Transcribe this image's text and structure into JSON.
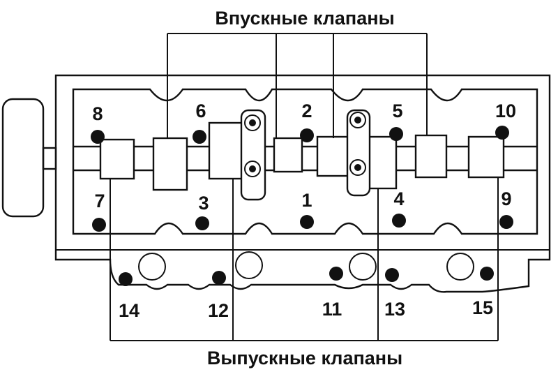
{
  "title_top": "Впускные клапаны",
  "title_bottom": "Выпускные клапаны",
  "bolts": [
    {
      "n": "8"
    },
    {
      "n": "6"
    },
    {
      "n": "2"
    },
    {
      "n": "5"
    },
    {
      "n": "10"
    },
    {
      "n": "7"
    },
    {
      "n": "3"
    },
    {
      "n": "1"
    },
    {
      "n": "4"
    },
    {
      "n": "9"
    },
    {
      "n": "14"
    },
    {
      "n": "12"
    },
    {
      "n": "11"
    },
    {
      "n": "13"
    },
    {
      "n": "15"
    }
  ],
  "colors": {
    "ink": "#111111",
    "paper": "#ffffff"
  }
}
